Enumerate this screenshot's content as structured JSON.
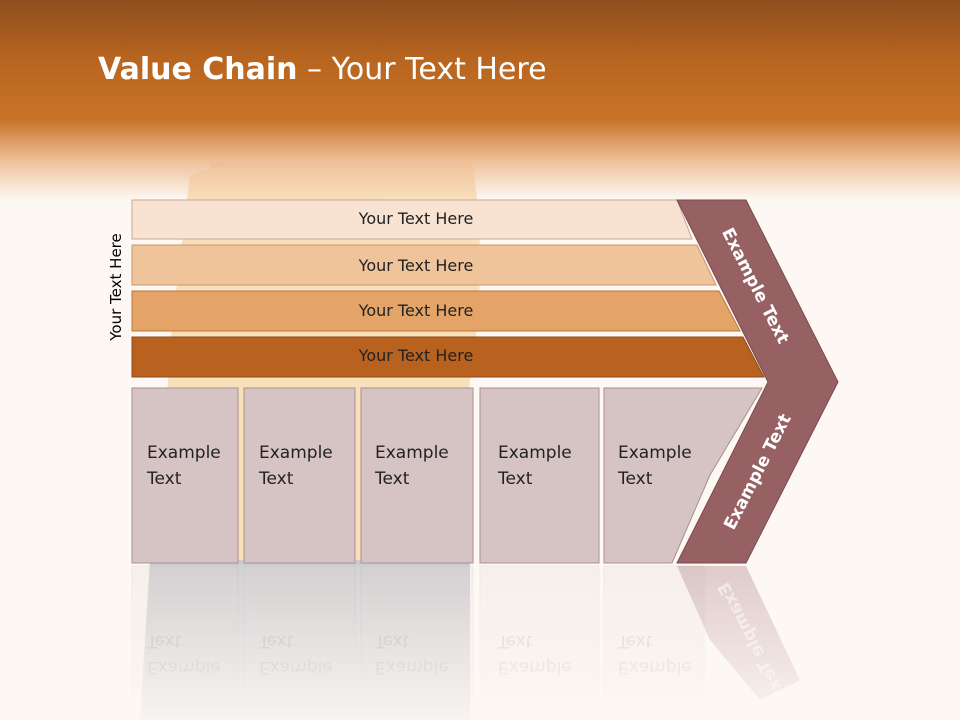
{
  "slide": {
    "title_bold": "Value Chain",
    "title_rest": " – Your Text Here",
    "side_label": "Your Text Here",
    "bars": [
      {
        "label": "Your Text Here",
        "color": "#f8e3d3"
      },
      {
        "label": "Your Text Here",
        "color": "#f0c49b"
      },
      {
        "label": "Your Text Here",
        "color": "#e4a468"
      },
      {
        "label": "Your Text Here",
        "color": "#b9621f"
      }
    ],
    "columns": [
      {
        "line1": "Example",
        "line2": "Text"
      },
      {
        "line1": "Example",
        "line2": "Text"
      },
      {
        "line1": "Example",
        "line2": "Text"
      },
      {
        "line1": "Example",
        "line2": "Text"
      },
      {
        "line1": "Example",
        "line2": "Text"
      }
    ],
    "chevron": {
      "upper_label": "Example Text",
      "lower_label": "Example Text",
      "color": "#976164"
    },
    "colors": {
      "column_fill": "#d6c3c3",
      "column_border": "#a99090",
      "header_dark": "#8e4f1d",
      "header_mid": "#c9732a"
    }
  }
}
